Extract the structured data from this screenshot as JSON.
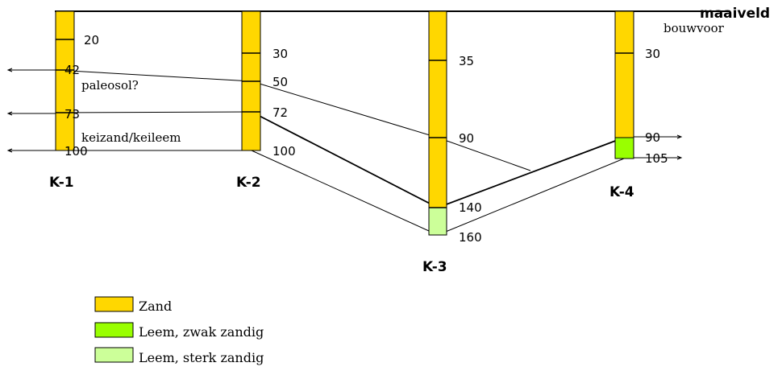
{
  "surface_label": "maaiveld",
  "annotations": {
    "bouwvoor": "bouwvoor",
    "paleosol": "paleosol?",
    "keizand": "keizand/keileem"
  },
  "boreholes": [
    {
      "name": "K-1",
      "depths": [
        "20",
        "42",
        "73",
        "100"
      ]
    },
    {
      "name": "K-2",
      "depths": [
        "30",
        "50",
        "72",
        "100"
      ]
    },
    {
      "name": "K-3",
      "depths": [
        "35",
        "90",
        "140",
        "160"
      ]
    },
    {
      "name": "K-4",
      "depths": [
        "30",
        "90",
        "105"
      ]
    }
  ],
  "legend": [
    {
      "label": "Zand",
      "color": "#ffd700"
    },
    {
      "label": "Leem, zwak zandig",
      "color": "#99ff00"
    },
    {
      "label": "Leem, sterk zandig",
      "color": "#ccff99"
    }
  ],
  "colors": {
    "zand": "#ffd700",
    "leem_zwak_zandig": "#99ff00",
    "leem_sterk_zandig": "#ccff99",
    "line": "#000000"
  }
}
